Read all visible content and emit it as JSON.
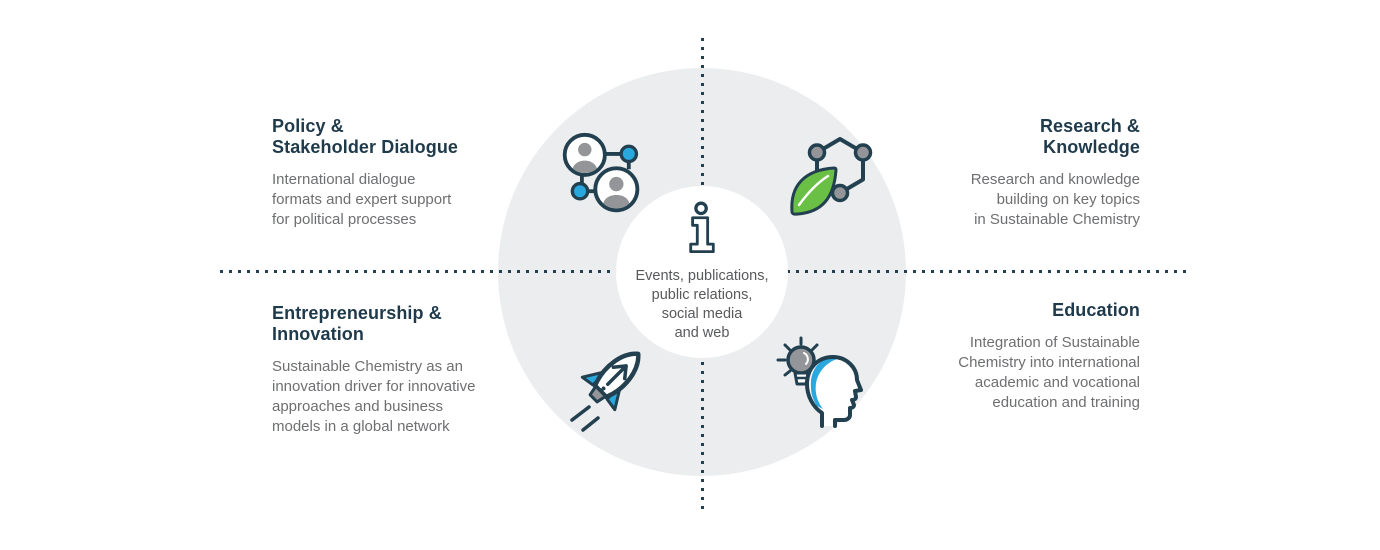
{
  "colors": {
    "navy": "#22404f",
    "heading": "#1f3a4b",
    "body-gray": "#6e6f71",
    "center-gray": "#58595b",
    "donut-gray": "#ebedee",
    "cyan": "#29a8de",
    "green": "#6abf45",
    "icon-gray": "#939598"
  },
  "center": {
    "icon": "info-icon",
    "text": "Events, publications,\npublic relations,\nsocial media\nand web"
  },
  "quadrants": {
    "policy": {
      "icon": "people-network-icon",
      "title": "Policy &\nStakeholder Dialogue",
      "description": "International dialogue\nformats and expert support\nfor political processes"
    },
    "research": {
      "icon": "molecule-leaf-icon",
      "title": "Research &\nKnowledge",
      "description": "Research and knowledge\nbuilding on key topics\nin Sustainable Chemistry"
    },
    "entrepreneurship": {
      "icon": "rocket-icon",
      "title": "Entrepreneurship &\nInnovation",
      "description": "Sustainable Chemistry as an\ninnovation driver for innovative\napproaches and business\nmodels in a global network"
    },
    "education": {
      "icon": "head-lightbulb-icon",
      "title": "Education",
      "description": "Integration of Sustainable\nChemistry into international\nacademic and vocational\neducation and training"
    }
  }
}
